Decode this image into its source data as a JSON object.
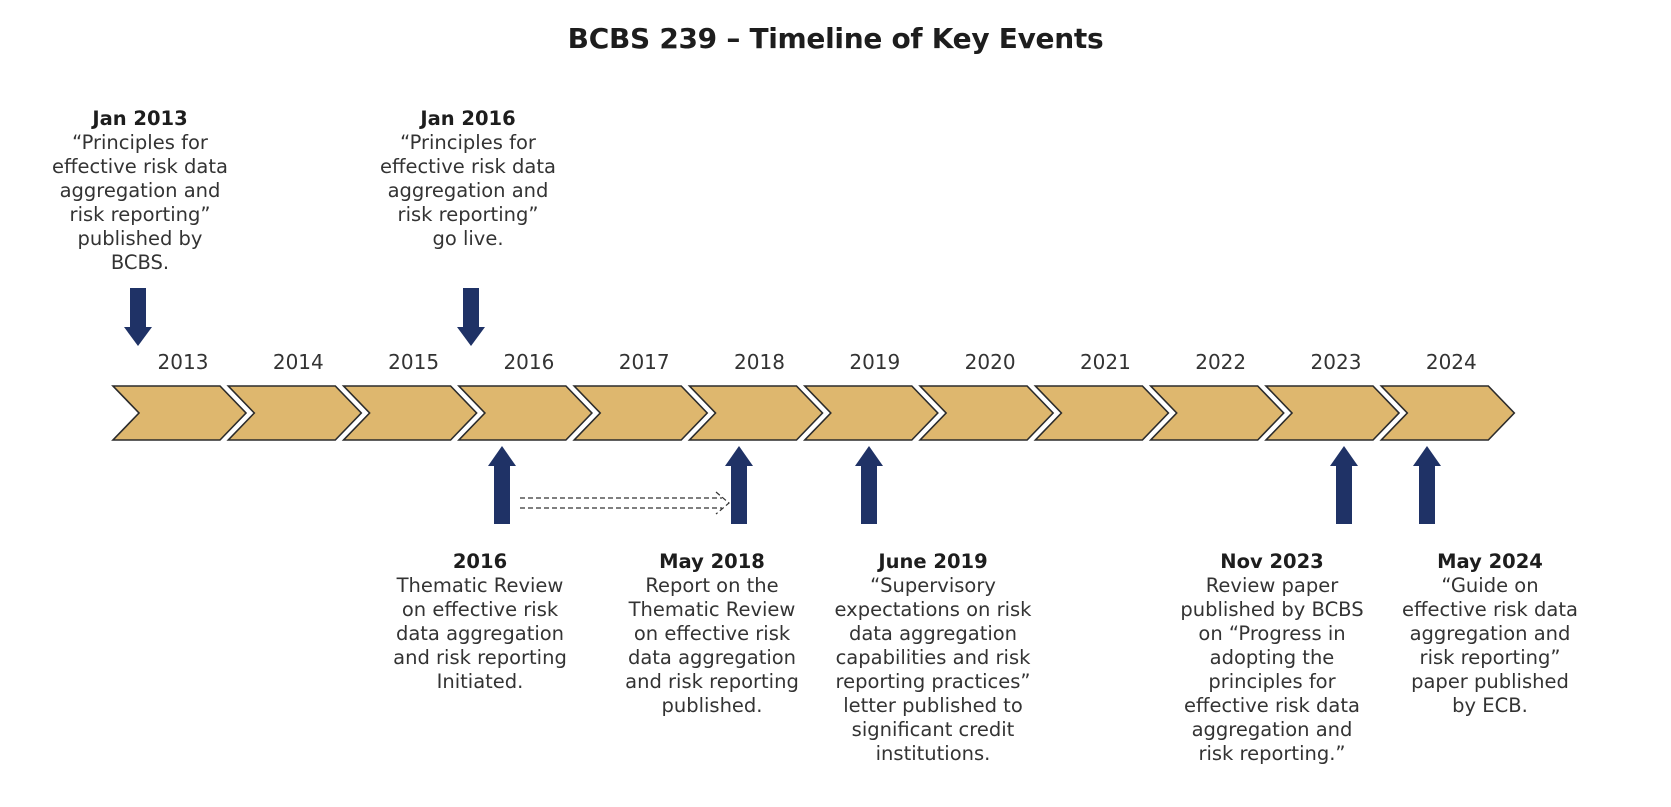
{
  "title": "BCBS 239 – Timeline of Key Events",
  "colors": {
    "chevron": "#deb76e",
    "chevron_stroke": "#2b2b2b",
    "arrow": "#1f3266"
  },
  "years": [
    "2013",
    "2014",
    "2015",
    "2016",
    "2017",
    "2018",
    "2019",
    "2020",
    "2021",
    "2022",
    "2023",
    "2024"
  ],
  "events_top": [
    {
      "date": "Jan 2013",
      "text": "“Principles for\neffective risk data\naggregation and\nrisk reporting”\npublished by\nBCBS."
    },
    {
      "date": "Jan 2016",
      "text": "“Principles for\neffective risk data\naggregation and\nrisk reporting”\ngo live."
    }
  ],
  "events_bottom": [
    {
      "date": "2016",
      "text": "Thematic Review\non effective risk\ndata aggregation\nand risk reporting\nInitiated."
    },
    {
      "date": "May 2018",
      "text": "Report on the\nThematic Review\non effective risk\ndata aggregation\nand risk reporting\npublished."
    },
    {
      "date": "June 2019",
      "text": "“Supervisory\nexpectations on risk\ndata aggregation\ncapabilities and risk\nreporting practices”\nletter published to\nsignificant credit\ninstitutions."
    },
    {
      "date": "Nov 2023",
      "text": "Review paper\npublished by BCBS\non “Progress in\nadopting the\nprinciples for\neffective risk data\naggregation and\nrisk reporting.”"
    },
    {
      "date": "May 2024",
      "text": "“Guide on\neffective risk data\naggregation and\nrisk reporting”\npaper published\nby ECB."
    }
  ]
}
